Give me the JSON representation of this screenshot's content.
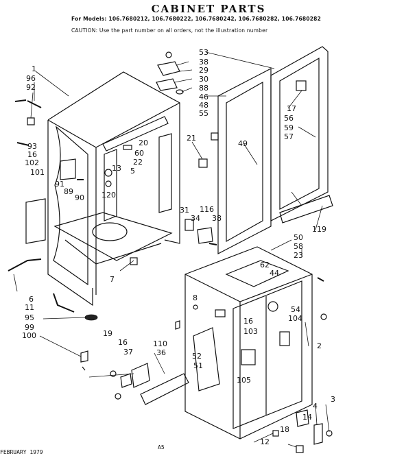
{
  "header": {
    "title": "CABINET PARTS",
    "models": "For Models: 106.7680212, 106.7680222, 106.7680242, 106.7680282, 106.7680282",
    "caution": "CAUTION: Use the part number on all orders, not the illustration number"
  },
  "footer": {
    "date": "FEBRUARY 1979",
    "page": "A5"
  },
  "callouts": [
    {
      "num": "1"
    },
    {
      "num": "96"
    },
    {
      "num": "92"
    },
    {
      "num": "93"
    },
    {
      "num": "16"
    },
    {
      "num": "102"
    },
    {
      "num": "101"
    },
    {
      "num": "91"
    },
    {
      "num": "89"
    },
    {
      "num": "90"
    },
    {
      "num": "13"
    },
    {
      "num": "120"
    },
    {
      "num": "20"
    },
    {
      "num": "60"
    },
    {
      "num": "22"
    },
    {
      "num": "5"
    },
    {
      "num": "7"
    },
    {
      "num": "6"
    },
    {
      "num": "11"
    },
    {
      "num": "95"
    },
    {
      "num": "99"
    },
    {
      "num": "100"
    },
    {
      "num": "53"
    },
    {
      "num": "38"
    },
    {
      "num": "29"
    },
    {
      "num": "30"
    },
    {
      "num": "88"
    },
    {
      "num": "46"
    },
    {
      "num": "48"
    },
    {
      "num": "55"
    },
    {
      "num": "21"
    },
    {
      "num": "49"
    },
    {
      "num": "17"
    },
    {
      "num": "56"
    },
    {
      "num": "59"
    },
    {
      "num": "57"
    },
    {
      "num": "31"
    },
    {
      "num": "34"
    },
    {
      "num": "116"
    },
    {
      "num": "38"
    },
    {
      "num": "119"
    },
    {
      "num": "50"
    },
    {
      "num": "58"
    },
    {
      "num": "23"
    },
    {
      "num": "62"
    },
    {
      "num": "44"
    },
    {
      "num": "8"
    },
    {
      "num": "54"
    },
    {
      "num": "104"
    },
    {
      "num": "16"
    },
    {
      "num": "103"
    },
    {
      "num": "2"
    },
    {
      "num": "19"
    },
    {
      "num": "16"
    },
    {
      "num": "37"
    },
    {
      "num": "110"
    },
    {
      "num": "36"
    },
    {
      "num": "52"
    },
    {
      "num": "51"
    },
    {
      "num": "105"
    },
    {
      "num": "3"
    },
    {
      "num": "4"
    },
    {
      "num": "14"
    },
    {
      "num": "18"
    },
    {
      "num": "12"
    }
  ]
}
